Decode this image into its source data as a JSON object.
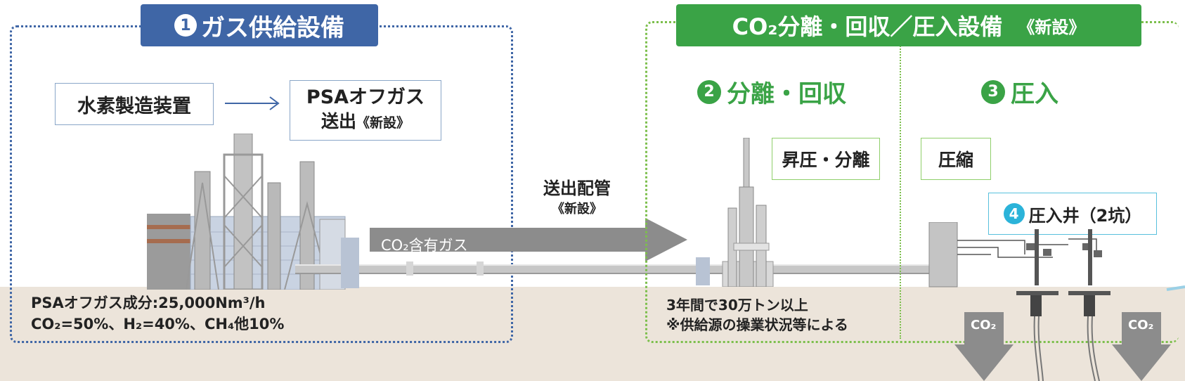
{
  "section1": {
    "number": "1",
    "title": "ガス供給設備",
    "hydrogen_unit": "水素製造装置",
    "psa_line1": "PSAオフガス",
    "psa_line2": "送出",
    "psa_new": "《新設》",
    "comp_line1": "PSAオフガス成分:25,000Nm³/h",
    "comp_line2": "CO₂=50%、H₂=40%、CH₄他10%"
  },
  "pipeline": {
    "label": "送出配管",
    "new": "《新設》",
    "gas_label": "CO₂含有ガス"
  },
  "header_green": {
    "title": "CO₂分離・回収／圧入設備",
    "new": "《新設》"
  },
  "section2": {
    "number": "2",
    "title": "分離・回収",
    "box": "昇圧・分離",
    "note1": "3年間で30万トン以上",
    "note2": "※供給源の操業状況等による"
  },
  "section3": {
    "number": "3",
    "title": "圧入",
    "box": "圧縮"
  },
  "section4": {
    "number": "4",
    "box": "圧入井（2坑）"
  },
  "co2_arrows": [
    "CO₂",
    "CO₂"
  ],
  "colors": {
    "blue": "#3f66a6",
    "green": "#3aa346",
    "cyan": "#2bb3d9",
    "ground": "#ece4da",
    "arrow_gray": "#8c8c8c"
  }
}
